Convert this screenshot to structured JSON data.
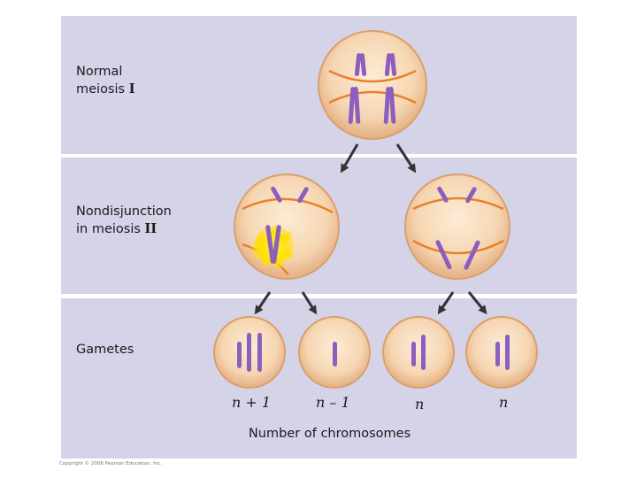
{
  "stages": {
    "normal_meiosis_1": {
      "text": "Normal\nmeiosis ",
      "roman": "I"
    },
    "nondisjunction_meiosis_2": {
      "text": "Nondisjunction\nin meiosis ",
      "roman": "II"
    },
    "gametes": {
      "text": "Gametes"
    }
  },
  "gamete_labels": [
    "n + 1",
    "n – 1",
    "n",
    "n"
  ],
  "axis_label": "Number of chromosomes",
  "copyright": "Copyright © 2008 Pearson Education, Inc.",
  "colors": {
    "band": "#d5d3e8",
    "cell_fill": "#f7dcbc",
    "cell_edge": "#d9a06c",
    "spindle": "#e8812a",
    "chromosome": "#8b5fc0",
    "highlight": "#ffe000",
    "arrow": "#333333"
  }
}
